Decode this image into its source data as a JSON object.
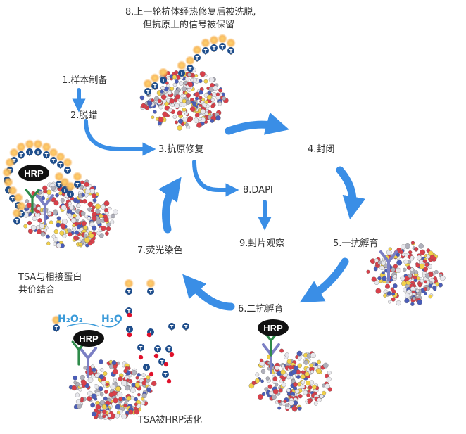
{
  "steps": {
    "s1": "1.样本制备",
    "s2": "2.脱蜡",
    "s3": "3.抗原修复",
    "s4": "4.封闭",
    "s5": "5.一抗孵育",
    "s6": "6.二抗孵育",
    "s7": "7.荧光染色",
    "s8_line1": "8.上一轮抗体经热修复后被洗脱,",
    "s8_line2": "但抗原上的信号被保留",
    "s8dapi": "8.DAPI",
    "s9": "9.封片观察"
  },
  "notes": {
    "tsa_line1": "TSA与相接蛋白",
    "tsa_line2": "共价结合",
    "tsa_activated": "TSA被HRP活化",
    "h2o2": "H₂O₂",
    "h2o": "H₂O"
  },
  "labels": {
    "hrp": "HRP",
    "tsa_letter": "T"
  },
  "colors": {
    "arrow": "#3a8ee6",
    "protein_red": "#d9404a",
    "protein_blue": "#4a5db8",
    "protein_white": "#e9e9ee",
    "antibody_primary": "#7b7fc4",
    "antibody_secondary": "#2e8b4a",
    "tsa_blue": "#1f4e8c",
    "fluor": "#f7b04a",
    "hrp_black": "#111111",
    "h2o2_text": "#3a9ad9"
  }
}
